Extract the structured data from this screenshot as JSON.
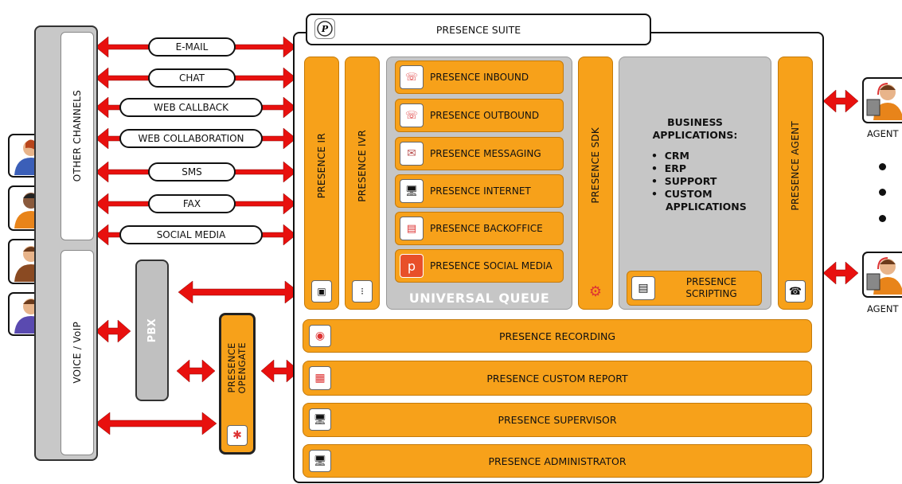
{
  "suite": {
    "title": "PRESENCE SUITE"
  },
  "channels": {
    "other_label": "OTHER CHANNELS",
    "voice_label": "VOICE / VoIP",
    "items": [
      "E-MAIL",
      "CHAT",
      "WEB CALLBACK",
      "WEB COLLABORATION",
      "SMS",
      "FAX",
      "SOCIAL MEDIA"
    ]
  },
  "pbx": {
    "label": "PBX"
  },
  "opengate": {
    "line1": "PRESENCE",
    "line2": "OPENGATE"
  },
  "columns": {
    "ir": "PRESENCE IR",
    "ivr": "PRESENCE IVR",
    "sdk": "PRESENCE SDK",
    "agent": "PRESENCE AGENT"
  },
  "queue": {
    "label": "UNIVERSAL QUEUE",
    "modules": [
      "PRESENCE INBOUND",
      "PRESENCE OUTBOUND",
      "PRESENCE MESSAGING",
      "PRESENCE INTERNET",
      "PRESENCE BACKOFFICE",
      "PRESENCE SOCIAL MEDIA"
    ]
  },
  "business": {
    "title_line1": "BUSINESS",
    "title_line2": "APPLICATIONS:",
    "items": [
      "CRM",
      "ERP",
      "SUPPORT",
      "CUSTOM"
    ],
    "item_cont": "APPLICATIONS",
    "scripting_line1": "PRESENCE",
    "scripting_line2": "SCRIPTING"
  },
  "bars": [
    "PRESENCE RECORDING",
    "PRESENCE CUSTOM REPORT",
    "PRESENCE SUPERVISOR",
    "PRESENCE ADMINISTRATOR"
  ],
  "agents": {
    "label": "AGENT"
  },
  "colors": {
    "orange": "#F7A11A",
    "arrow_red": "#E8100E",
    "grey": "#C8C8C8"
  }
}
